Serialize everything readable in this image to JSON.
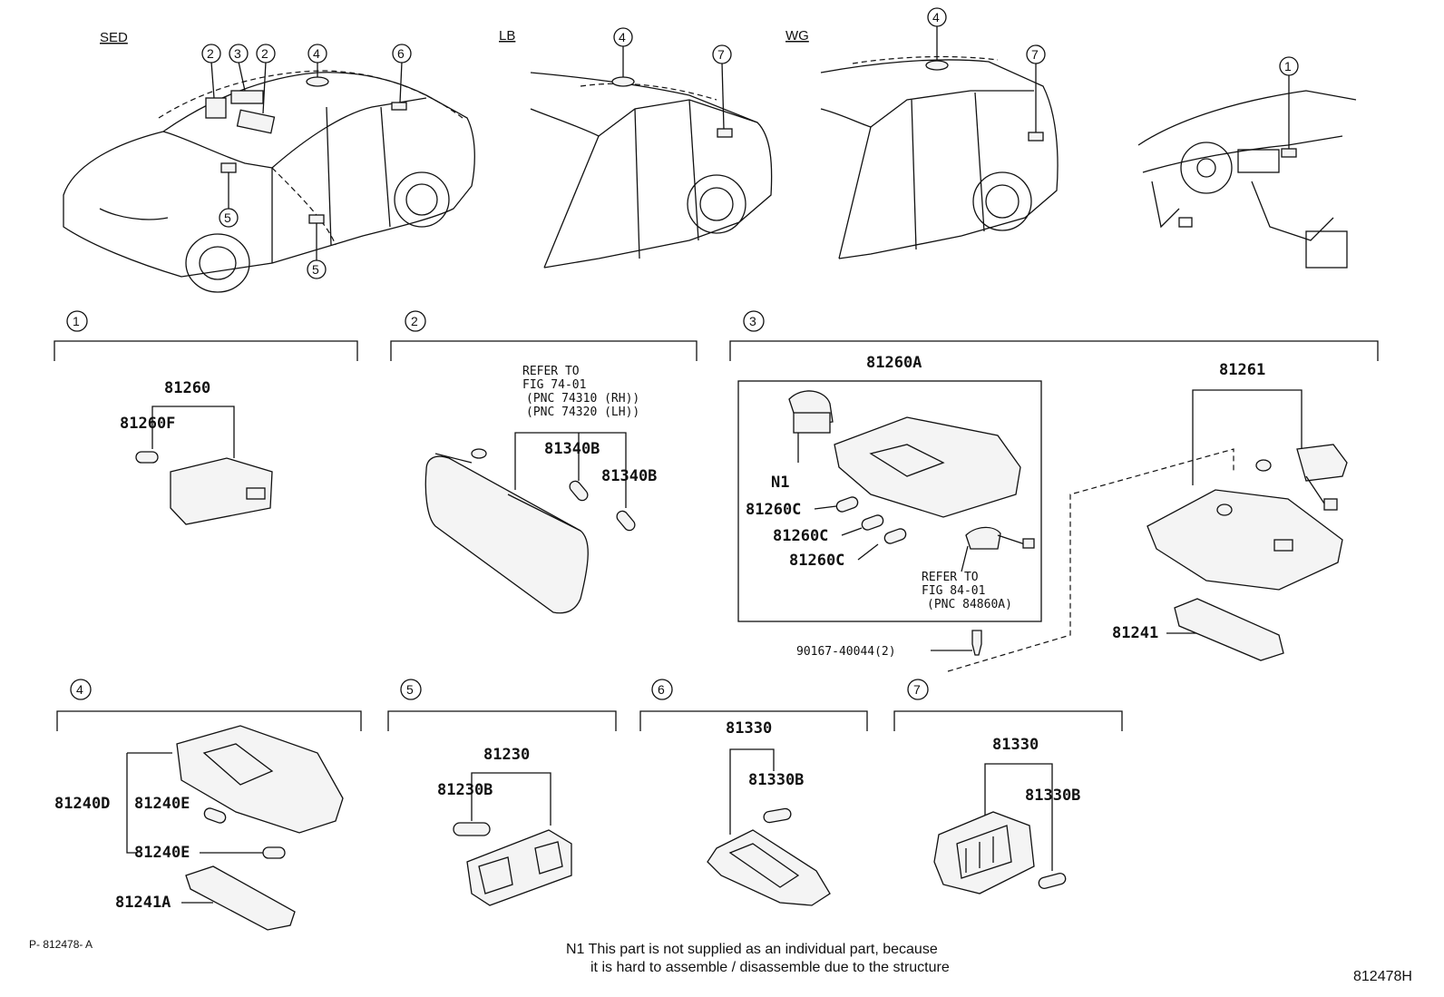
{
  "vehicles": {
    "sed": "SED",
    "lb": "LB",
    "wg": "WG"
  },
  "callouts": [
    "1",
    "2",
    "3",
    "4",
    "5",
    "6",
    "7"
  ],
  "sections": {
    "s1": {
      "num": "1",
      "parts": {
        "p1": "81260",
        "p2": "81260F"
      }
    },
    "s2": {
      "num": "2",
      "refer": [
        "REFER TO",
        "FIG 74-01",
        "(PNC 74310 (RH))",
        "(PNC 74320 (LH))"
      ],
      "parts": {
        "p1": "81340B",
        "p2": "81340B"
      }
    },
    "s3": {
      "num": "3",
      "parts": {
        "p1": "81260A",
        "n1": "N1",
        "c1": "81260C",
        "c2": "81260C",
        "c3": "81260C",
        "p2": "81261",
        "p3": "81241",
        "screw": "90167-40044(2)"
      },
      "refer": [
        "REFER TO",
        "FIG 84-01",
        "(PNC 84860A)"
      ]
    },
    "s4": {
      "num": "4",
      "parts": {
        "p1": "81240D",
        "p2": "81240E",
        "p3": "81240E",
        "p4": "81241A"
      }
    },
    "s5": {
      "num": "5",
      "parts": {
        "p1": "81230",
        "p2": "81230B"
      }
    },
    "s6": {
      "num": "6",
      "parts": {
        "p1": "81330",
        "p2": "81330B"
      }
    },
    "s7": {
      "num": "7",
      "parts": {
        "p1": "81330",
        "p2": "81330B"
      }
    }
  },
  "footer": {
    "left_code": "P- 812478- A",
    "note_line1": "N1 This part is not supplied as an individual part, because",
    "note_line2": "it is hard to assemble / disassemble due to the structure",
    "right_code": "812478H"
  }
}
